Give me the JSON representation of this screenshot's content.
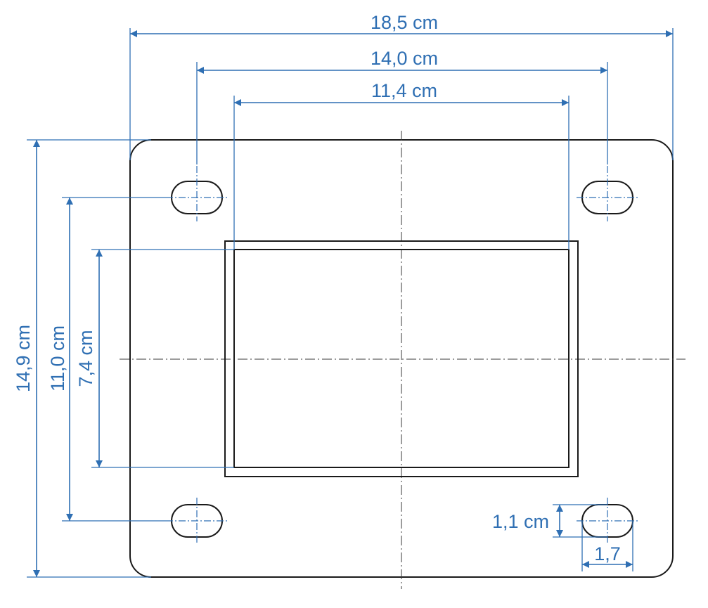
{
  "colors": {
    "dimension": "#2f6fb3",
    "outline": "#1a1a1a"
  },
  "dimensions": {
    "overall_width": "18,5 cm",
    "hole_spacing_horizontal": "14,0 cm",
    "opening_width": "11,4 cm",
    "overall_height": "14,9 cm",
    "hole_spacing_vertical": "11,0 cm",
    "opening_height": "7,4 cm",
    "slot_width": "1,1 cm",
    "slot_length": "1,7"
  }
}
